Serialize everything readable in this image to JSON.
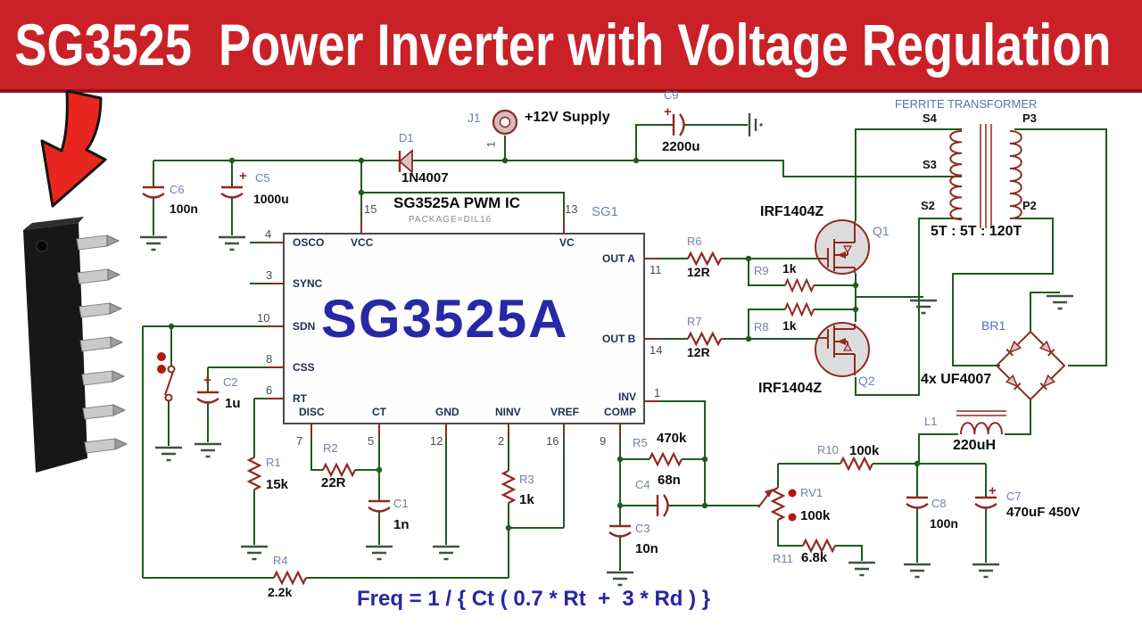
{
  "banner": {
    "title": "SG3525  Power Inverter with Voltage Regulation"
  },
  "supply": {
    "ref": "J1",
    "pin": "1",
    "label": "+12V Supply"
  },
  "ic": {
    "big_label": "SG3525A",
    "title": "SG3525A PWM IC",
    "package": "PACKAGE=DIL16",
    "designator": "SG1",
    "pins": {
      "osco": {
        "num": "4",
        "name": "OSCO"
      },
      "sync": {
        "num": "3",
        "name": "SYNC"
      },
      "sdn": {
        "num": "10",
        "name": "SDN"
      },
      "css": {
        "num": "8",
        "name": "CSS"
      },
      "rt": {
        "num": "6",
        "name": "RT"
      },
      "disc": {
        "num": "7",
        "name": "DISC"
      },
      "ct": {
        "num": "5",
        "name": "CT"
      },
      "gnd": {
        "num": "12",
        "name": "GND"
      },
      "ninv": {
        "num": "2",
        "name": "NINV"
      },
      "vref": {
        "num": "16",
        "name": "VREF"
      },
      "comp": {
        "num": "9",
        "name": "COMP"
      },
      "inv": {
        "num": "1",
        "name": "INV"
      },
      "outa": {
        "num": "11",
        "name": "OUT A"
      },
      "outb": {
        "num": "14",
        "name": "OUT B"
      },
      "vcc": {
        "num": "15",
        "name": "VCC"
      },
      "vc": {
        "num": "13",
        "name": "VC"
      }
    }
  },
  "transformer": {
    "title": "FERRITE TRANSFORMER",
    "ratio": "5T : 5T : 120T",
    "s4": "S4",
    "s3": "S3",
    "s2": "S2",
    "p3": "P3",
    "p2": "P2"
  },
  "components": {
    "c6": {
      "ref": "C6",
      "value": "100n"
    },
    "c5": {
      "ref": "C5",
      "value": "1000u",
      "polarity": "+"
    },
    "d1": {
      "ref": "D1",
      "value": "1N4007"
    },
    "c9": {
      "ref": "C9",
      "value": "2200u",
      "polarity": "+"
    },
    "c2": {
      "ref": "C2",
      "value": "1u",
      "polarity": "+"
    },
    "r1": {
      "ref": "R1",
      "value": "15k"
    },
    "r2": {
      "ref": "R2",
      "value": "22R"
    },
    "c1": {
      "ref": "C1",
      "value": "1n"
    },
    "r3": {
      "ref": "R3",
      "value": "1k"
    },
    "r4": {
      "ref": "R4",
      "value": "2.2k"
    },
    "r5": {
      "ref": "R5",
      "value": "470k"
    },
    "c4": {
      "ref": "C4",
      "value": "68n"
    },
    "c3": {
      "ref": "C3",
      "value": "10n"
    },
    "r6": {
      "ref": "R6",
      "value": "12R"
    },
    "r7": {
      "ref": "R7",
      "value": "12R"
    },
    "r8": {
      "ref": "R8",
      "value": "1k"
    },
    "r9": {
      "ref": "R9",
      "value": "1k"
    },
    "q1": {
      "ref": "Q1",
      "part": "IRF1404Z"
    },
    "q2": {
      "ref": "Q2",
      "part": "IRF1404Z"
    },
    "br1": {
      "ref": "BR1",
      "value": "4x UF4007"
    },
    "l1": {
      "ref": "L1",
      "value": "220uH"
    },
    "r10": {
      "ref": "R10",
      "value": "100k"
    },
    "rv1": {
      "ref": "RV1",
      "value": "100k"
    },
    "r11": {
      "ref": "R11",
      "value": "6.8k"
    },
    "c8": {
      "ref": "C8",
      "value": "100n"
    },
    "c7": {
      "ref": "C7",
      "value": "470uF 450V",
      "polarity": "+"
    }
  },
  "formula": {
    "text": "Freq = 1 / { Ct ( 0.7 * Rt  +  3 * Rd ) }"
  },
  "colors": {
    "banner_red": "#c92127",
    "navy_text": "#2828a6",
    "wire_green": "#1e5c1e",
    "component_maroon": "#8f2a21",
    "ref_slate": "#7282a8"
  }
}
